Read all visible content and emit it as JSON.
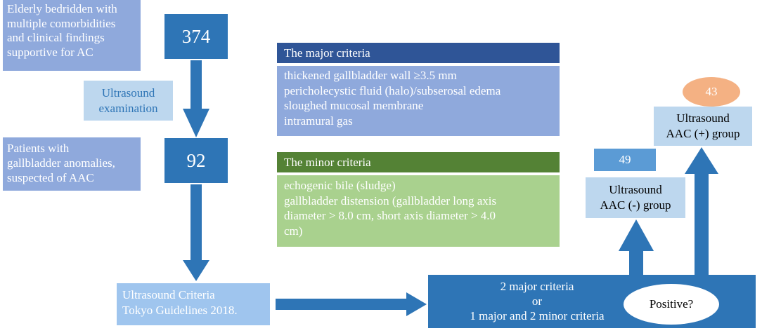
{
  "boxes": {
    "elderly": "Elderly bedridden with\nmultiple comorbidities\nand clinical findings\nsupportive for AC",
    "count_374": "374",
    "ultrasound_exam": "Ultrasound\nexamination",
    "patients_anomalies": "Patients with\ngallbladder anomalies,\nsuspected of AAC",
    "count_92": "92",
    "ultrasound_criteria": "Ultrasound Criteria\nTokyo Guidelines 2018.",
    "result_criteria": "2 major criteria\nor\n1 major and 2 minor criteria",
    "positive": "Positive?",
    "count_49": "49",
    "aac_negative": "Ultrasound\nAAC (-) group",
    "count_43": "43",
    "aac_positive": "Ultrasound\nAAC (+) group"
  },
  "major": {
    "title": "The major criteria",
    "items": "thickened gallbladder wall ≥3.5 mm\npericholecystic fluid (halo)/subserosal edema\nsloughed mucosal membrane\nintramural gas"
  },
  "minor": {
    "title": "The minor criteria",
    "items": "echogenic bile (sludge)\ngallbladder distension (gallbladder long axis\ndiameter > 8.0 cm, short axis diameter > 4.0\ncm)"
  },
  "colors": {
    "arrow": "#2e75b6",
    "dark_blue": "#2f5597",
    "periwinkle": "#8fa9dc",
    "light_blue": "#bdd7ee",
    "dark_green": "#548235",
    "light_green": "#a9d18e",
    "orange": "#f4b183"
  }
}
